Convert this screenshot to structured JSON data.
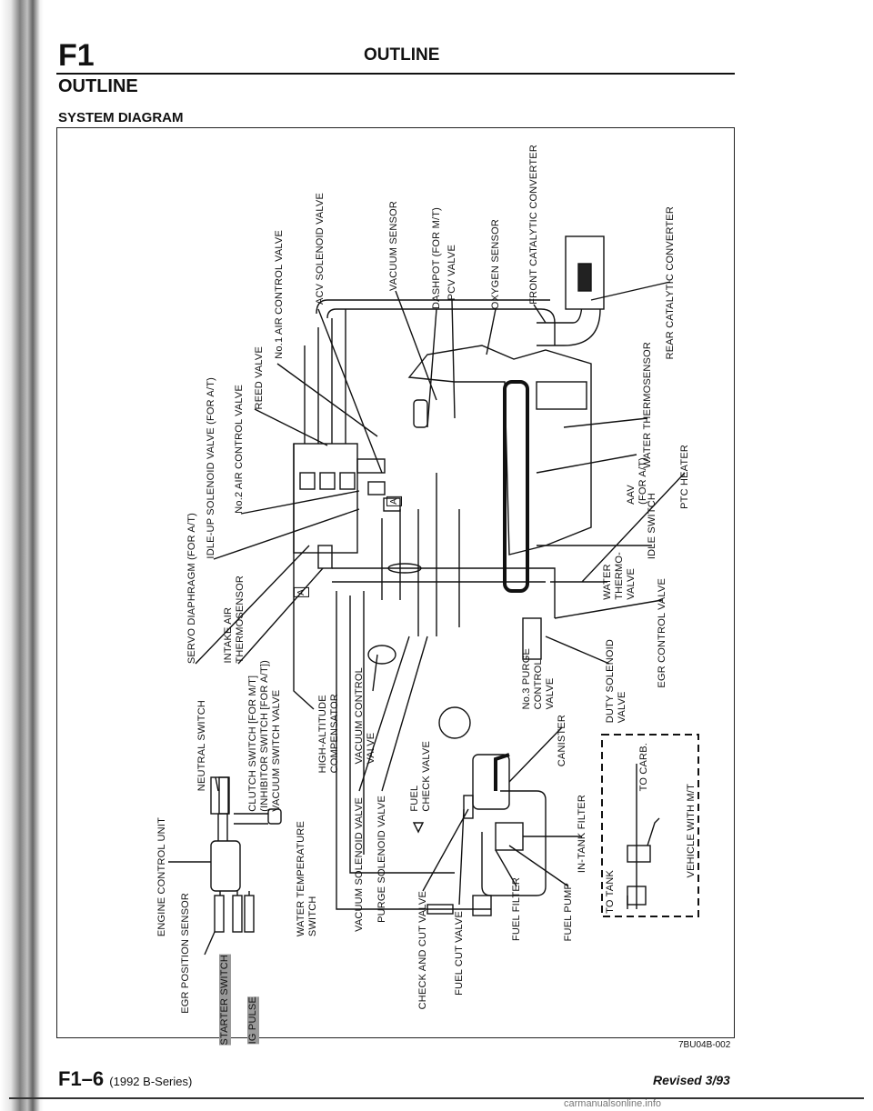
{
  "header": {
    "section": "F1",
    "title": "OUTLINE"
  },
  "page": {
    "heading": "OUTLINE",
    "subheading": "SYSTEM DIAGRAM"
  },
  "diagram": {
    "labels": [
      "ENGINE CONTROL UNIT",
      "EGR POSITION SENSOR",
      "STARTER SWITCH",
      "IG PULSE",
      "NEUTRAL SWITCH",
      "CLUTCH SWITCH [FOR M/T]\n(INHIBITOR SWITCH [FOR A/T])\nVACUUM SWITCH VALVE",
      "WATER TEMPERATURE\nSWITCH",
      "SERVO DIAPHRAGM (FOR A/T)",
      "IDLE-UP SOLENOID VALVE (FOR A/T)",
      "No.2 AIR CONTROL VALVE",
      "REED VALVE",
      "No.1 AIR CONTROL VALVE",
      "ACV SOLENOID VALVE",
      "VACUUM SENSOR",
      "DASHPOT (FOR M/T)",
      "PCV VALVE",
      "OXYGEN SENSOR",
      "FRONT CATALYTIC CONVERTER",
      "REAR CATALYTIC CONVERTER",
      "WATER THERMOSENSOR",
      "AAV\n(FOR A/T)",
      "IDLE SWITCH",
      "PTC HEATER",
      "INTAKE AIR\nTHERMOSENSOR",
      "HIGH-ALTITUDE\nCOMPENSATOR",
      "VACUUM CONTROL\nVALVE",
      "VACUUM SOLENOID VALVE",
      "PURGE SOLENOID VALVE",
      "FUEL\nCHECK VALVE",
      "CHECK AND CUT VALVE",
      "FUEL CUT VALVE",
      "FUEL FILTER",
      "FUEL PUMP",
      "IN-TANK FILTER",
      "CANISTER",
      "No.3 PURGE\nCONTROL\nVALVE",
      "DUTY SOLENOID\nVALVE",
      "EGR CONTROL VALVE",
      "WATER\nTHERMO-\nVALVE",
      "VEHICLE WITH M/T",
      "TO TANK",
      "TO CARB."
    ],
    "connector_marks": [
      "A",
      "A"
    ]
  },
  "footer": {
    "figure_code": "7BU04B-002",
    "page_number": "F1–6",
    "series": "(1992 B-Series)",
    "revision": "Revised 3/93",
    "watermark": "carmanualsonline.info"
  }
}
